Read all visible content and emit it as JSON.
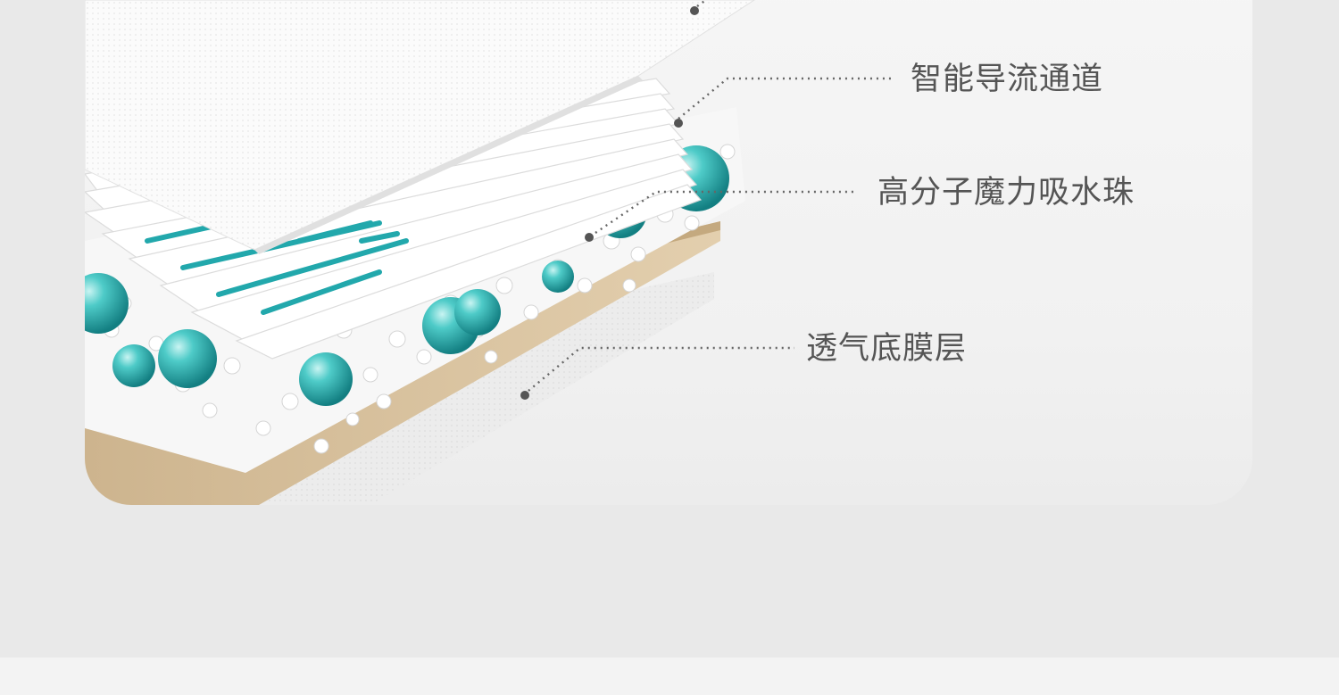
{
  "layers": [
    {
      "label": "智能导流通道"
    },
    {
      "label": "高分子魔力吸水珠"
    },
    {
      "label": "透气底膜层"
    }
  ],
  "colors": {
    "background": "#e9e9e9",
    "card": "#f4f4f4",
    "bead": "#2bb3b3",
    "wood": "#d8c09a",
    "label": "#555555"
  }
}
